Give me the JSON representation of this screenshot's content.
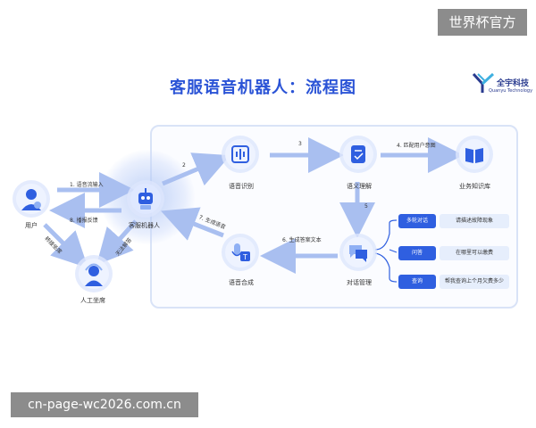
{
  "watermark": {
    "top": "世界杯官方",
    "bottom": "cn-page-wc2026.com.cn"
  },
  "header": {
    "title": "客服语音机器人：流程图",
    "logo_name": "全宇科技",
    "logo_sub": "Quanyu Technology"
  },
  "nodes": {
    "user": "用户",
    "agent": "人工坐席",
    "robot": "客服机器人",
    "asr": "语音识别",
    "nlu": "语义理解",
    "kb": "业务知识库",
    "tts": "语音合成",
    "dm": "对话管理"
  },
  "edges": {
    "voice_input": "1. 语音流输入",
    "broadcast": "8. 播报反馈",
    "transfer": "转接坐席",
    "unresolved": "无法解答",
    "step2": "2",
    "step3": "3",
    "match_intent": "4. 匹配用户意图",
    "step5": "5",
    "gen_answer": "6. 生成答案文本",
    "gen_voice": "7. 生成语音"
  },
  "qa": [
    {
      "tag": "多轮对话",
      "text": "请描述故障现象"
    },
    {
      "tag": "问答",
      "text": "在哪里可以缴费"
    },
    {
      "tag": "查询",
      "text": "帮我查询上个月欠费多少"
    }
  ],
  "colors": {
    "accent": "#2f5fe0",
    "arrow": "#a9bff0",
    "title": "#2a53d6"
  }
}
